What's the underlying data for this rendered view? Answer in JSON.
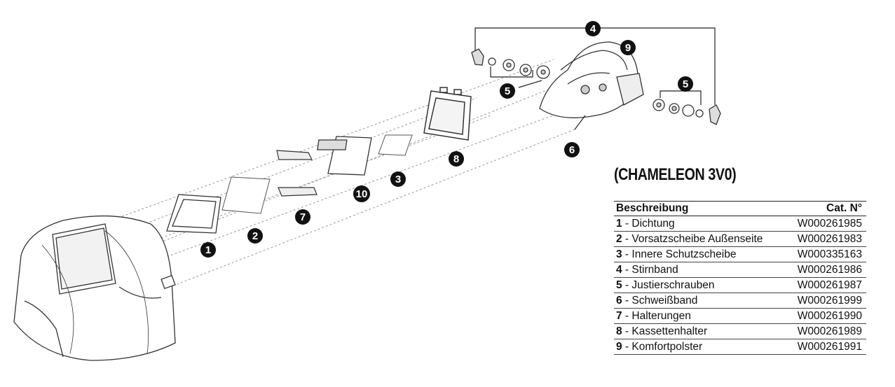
{
  "title": "(CHAMELEON 3V0)",
  "table": {
    "col_desc": "Beschreibung",
    "col_cat": "Cat. N°",
    "rows": [
      {
        "num": "1",
        "sep": " - ",
        "name": "Dichtung",
        "cat": "W000261985"
      },
      {
        "num": "2",
        "sep": " - ",
        "name": "Vorsatzscheibe Außenseite",
        "cat": "W000261983"
      },
      {
        "num": "3",
        "sep": " - ",
        "name": "Innere Schutzscheibe",
        "cat": "W000335163"
      },
      {
        "num": "4",
        "sep": " - ",
        "name": "Stirnband",
        "cat": "W000261986"
      },
      {
        "num": "5",
        "sep": " - ",
        "name": "Justierschrauben",
        "cat": "W000261987"
      },
      {
        "num": "6",
        "sep": " - ",
        "name": "Schweißband",
        "cat": "W000261999"
      },
      {
        "num": "7",
        "sep": " - ",
        "name": "Halterungen",
        "cat": "W000261990"
      },
      {
        "num": "8",
        "sep": " - ",
        "name": "Kassettenhalter",
        "cat": "W000261989"
      },
      {
        "num": "9",
        "sep": " - ",
        "name": "Komfortpolster",
        "cat": "W000261991"
      }
    ]
  },
  "callouts": {
    "c1": "1",
    "c2": "2",
    "c3": "3",
    "c4": "4",
    "c5a": "5",
    "c5b": "5",
    "c6": "6",
    "c7": "7",
    "c8": "8",
    "c9": "9",
    "c10": "10"
  }
}
